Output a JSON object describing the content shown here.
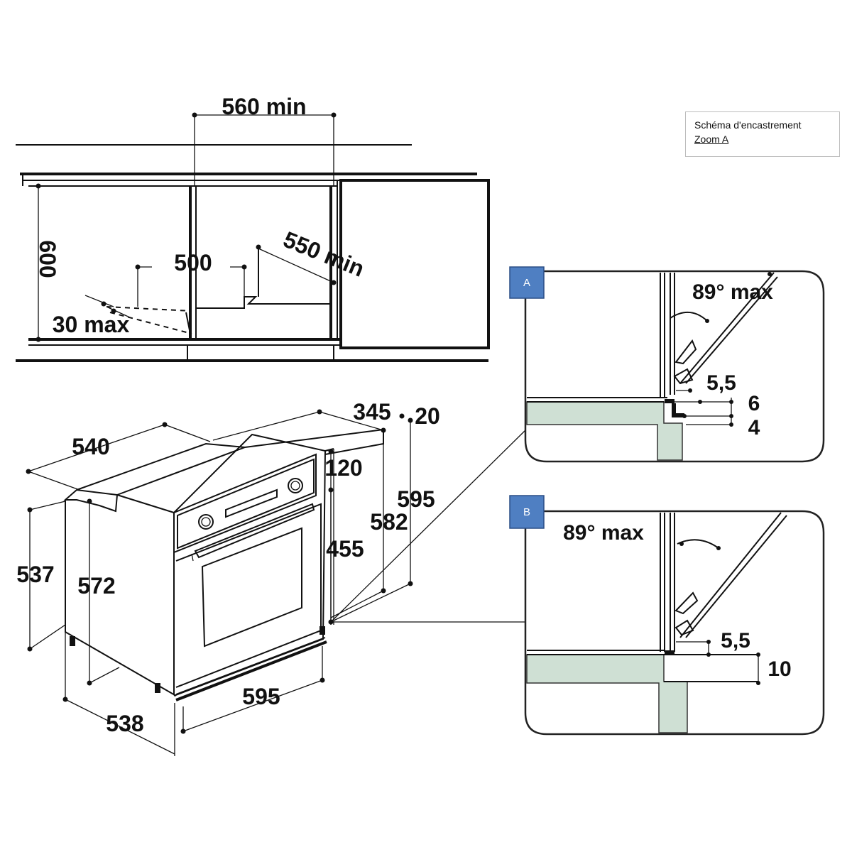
{
  "legend": {
    "title": "Schéma d'encastrement",
    "zoom_link": "Zoom A"
  },
  "niche": {
    "width_min": "560 min",
    "height": "600",
    "back_depth": "500",
    "depth_min": "550 min",
    "tilt_max": "30 max"
  },
  "oven": {
    "depth_top": "540",
    "top_345": "345",
    "top_20": "20",
    "panel_120": "120",
    "height_595": "595",
    "height_582": "582",
    "height_455": "455",
    "side_537": "537",
    "side_572": "572",
    "depth_538": "538",
    "width_595": "595"
  },
  "zoom_a": {
    "badge": "A",
    "angle": "89° max",
    "gap_5_5": "5,5",
    "gap_6": "6",
    "gap_4": "4"
  },
  "zoom_b": {
    "badge": "B",
    "angle": "89° max",
    "gap_5_5": "5,5",
    "gap_10": "10"
  },
  "colors": {
    "badge_fill": "#4f7fc2",
    "wall_fill": "#cfe0d4",
    "line": "#111111"
  }
}
